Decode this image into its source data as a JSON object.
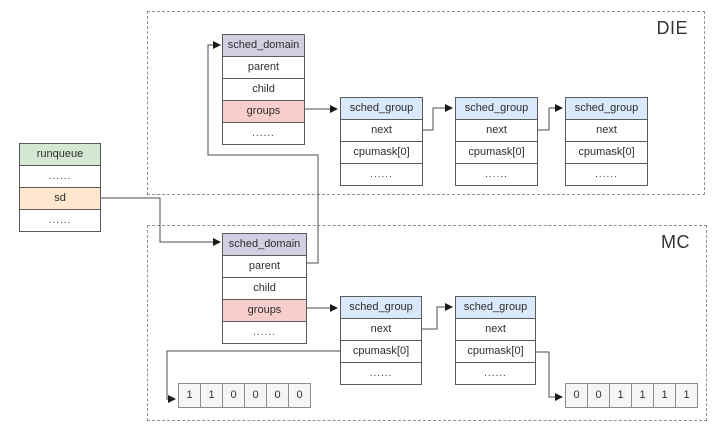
{
  "runqueue": {
    "title": "runqueue",
    "rows": [
      "......",
      "sd",
      "......"
    ]
  },
  "die": {
    "label": "DIE",
    "sched_domain": {
      "title": "sched_domain",
      "rows": [
        "parent",
        "child",
        "groups",
        "......"
      ]
    },
    "sched_groups": [
      {
        "title": "sched_group",
        "rows": [
          "next",
          "cpumask[0]",
          "......"
        ]
      },
      {
        "title": "sched_group",
        "rows": [
          "next",
          "cpumask[0]",
          "......"
        ]
      },
      {
        "title": "sched_group",
        "rows": [
          "next",
          "cpumask[0]",
          "......"
        ]
      }
    ]
  },
  "mc": {
    "label": "MC",
    "sched_domain": {
      "title": "sched_domain",
      "rows": [
        "parent",
        "child",
        "groups",
        "......"
      ]
    },
    "sched_groups": [
      {
        "title": "sched_group",
        "rows": [
          "next",
          "cpumask[0]",
          "......"
        ]
      },
      {
        "title": "sched_group",
        "rows": [
          "next",
          "cpumask[0]",
          "......"
        ]
      }
    ],
    "bitmask_left": [
      "1",
      "1",
      "0",
      "0",
      "0",
      "0"
    ],
    "bitmask_right": [
      "0",
      "0",
      "1",
      "1",
      "1",
      "1"
    ]
  },
  "colors": {
    "runqueue_header": "#d5e8d4",
    "sd_cell": "#ffe6cc",
    "sched_domain_header": "#d3cfe2",
    "groups_cell": "#f8cecc",
    "sched_group_header": "#dae8fc",
    "bit_cell": "#f5f5f5",
    "connector_line": "#4d4d4d"
  }
}
